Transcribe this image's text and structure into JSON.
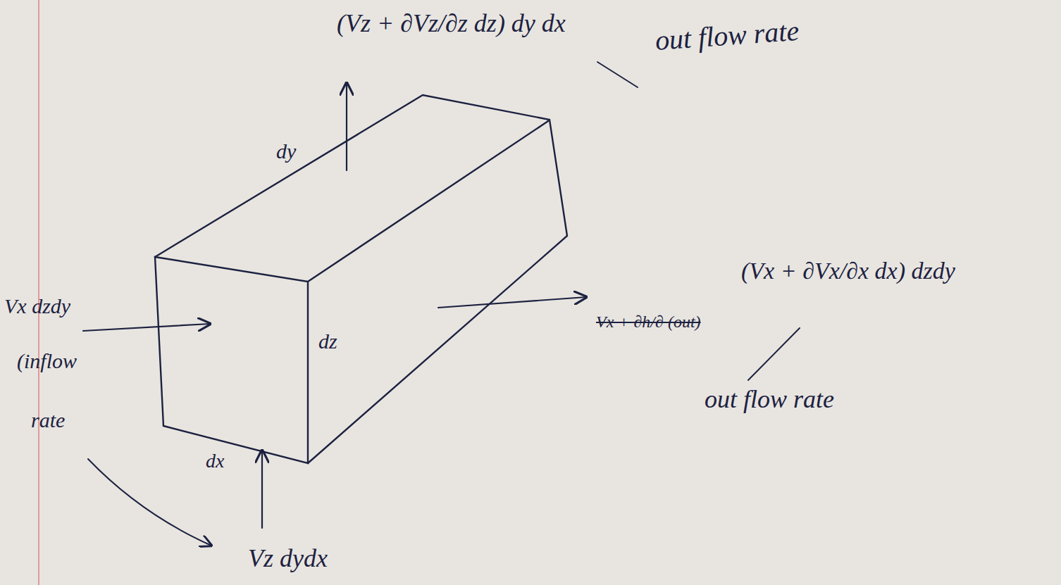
{
  "diagram": {
    "labels": [
      "(Vz + ∂Vz/∂z dz) dy dx",
      "out flow rate",
      "dy",
      "Vx dzdy",
      "(inflow",
      "rate",
      "dz",
      "dx",
      "Vx + ∂h/∂ (out)",
      "(Vx + ∂Vx/∂x dx) dzdy",
      "out flow rate",
      "Vz dydx"
    ]
  }
}
